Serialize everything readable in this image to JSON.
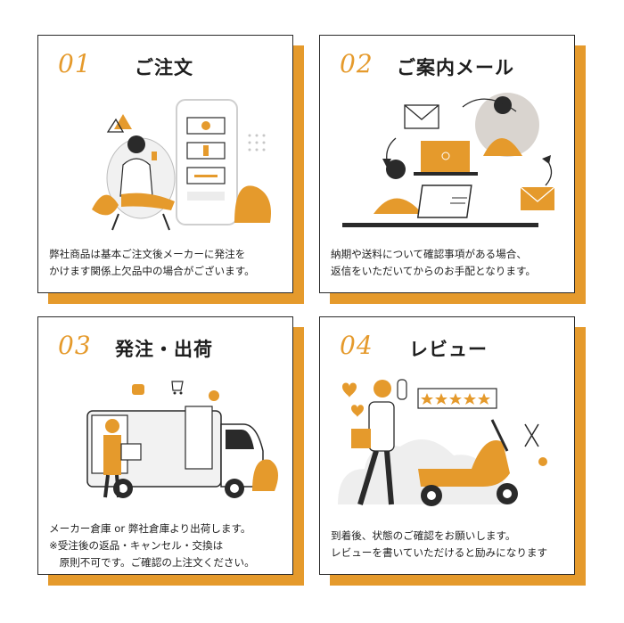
{
  "steps": [
    {
      "number": "01",
      "title": "ご注文",
      "description": "弊社商品は基本ご注文後メーカーに発注を\nかけます関係上欠品中の場合がございます。",
      "illustration_icon": "person-ordering-on-phone-icon"
    },
    {
      "number": "02",
      "title": "ご案内メール",
      "description": "納期や送料について確認事項がある場合、\n返信をいただいてからのお手配となります。",
      "illustration_icon": "email-exchange-icon"
    },
    {
      "number": "03",
      "title": "発注・出荷",
      "description": "メーカー倉庫 or 弊社倉庫より出荷します。\n※受注後の返品・キャンセル・交換は\n　原則不可です。ご確認の上注文ください。",
      "illustration_icon": "delivery-van-icon"
    },
    {
      "number": "04",
      "title": "レビュー",
      "description": "到着後、状態のご確認をお願いします。\nレビューを書いていただけると励みになります",
      "illustration_icon": "courier-scooter-review-icon"
    }
  ],
  "colors": {
    "accent": "#e59a2c",
    "border": "#2a2a2a",
    "background": "#ffffff"
  }
}
